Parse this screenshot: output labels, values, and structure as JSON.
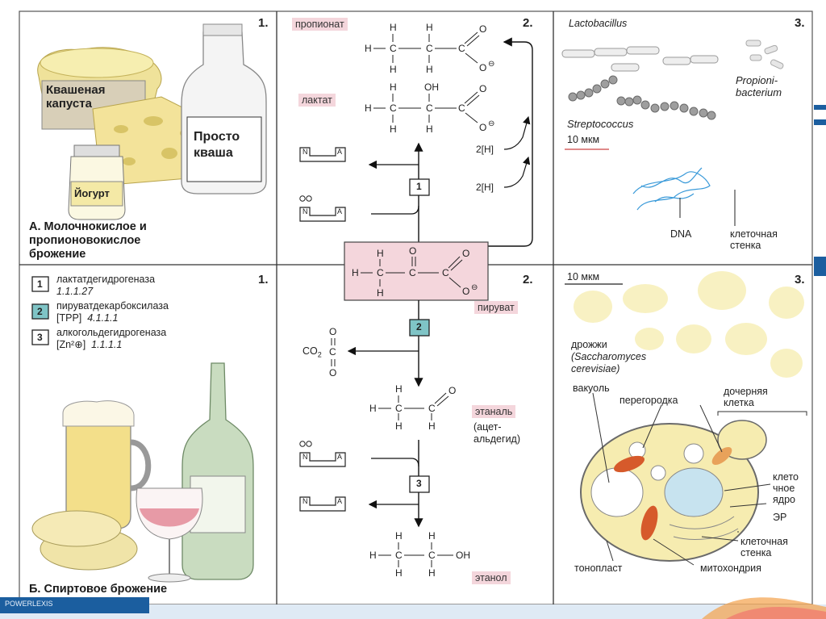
{
  "panels": {
    "top": {
      "n1": "1.",
      "n2": "2.",
      "n3": "3."
    },
    "bottom": {
      "n1": "1.",
      "n2": "2.",
      "n3": "3."
    }
  },
  "section_a": {
    "title_lines": [
      "А. Молочнокислое и",
      "пропионовокислое",
      "брожение"
    ],
    "products": {
      "sauerkraut": [
        "Квашеная",
        "капуста"
      ],
      "prostokvasha": [
        "Просто",
        "кваша"
      ],
      "yogurt": "Йогурт"
    }
  },
  "section_b": {
    "title": "Б. Спиртовое брожение"
  },
  "enzymes": [
    {
      "num": "1",
      "name": "лактатдегидрогеназа",
      "code": "1.1.1.27",
      "color": "#ffffff"
    },
    {
      "num": "2",
      "name": "пируватдекарбоксилаза",
      "code_prefix": "[TPP]",
      "code": "4.1.1.1",
      "color": "#7fc4c6"
    },
    {
      "num": "3",
      "name": "алкогольдегидрогеназа",
      "code_prefix": "[Zn²⊕]",
      "code": "1.1.1.1",
      "color": "#ffffff"
    }
  ],
  "pathway": {
    "propionate": "пропионат",
    "lactate": "лактат",
    "pyruvate": "пируват",
    "ethanal": "этаналь",
    "acetaldehyde_lines": [
      "(ацет-",
      "альдегид)"
    ],
    "ethanol": "этанол",
    "co2": "CO",
    "co2_sub": "2",
    "h2_1": "2[H]",
    "h2_2": "2[H]",
    "nad": {
      "n": "N",
      "a": "A"
    },
    "step_labels": [
      "1",
      "2",
      "3"
    ],
    "atoms": {
      "H": "H",
      "C": "C",
      "O": "O",
      "OH": "OH",
      "minus": "⊖"
    }
  },
  "bacteria": {
    "lactobacillus": "Lactobacillus",
    "propionibacterium_lines": [
      "Propioni-",
      "bacterium"
    ],
    "streptococcus": "Streptococcus",
    "scale": "10 мкм",
    "dna": "DNA",
    "cell_wall_lines": [
      "клеточная",
      "стенка"
    ]
  },
  "yeast": {
    "scale": "10 мкм",
    "title_lines": [
      "дрожжи",
      "(Saccharomyces",
      "cerevisiae)"
    ],
    "labels": {
      "vacuole": "вакуоль",
      "septum": "перегородка",
      "daughter_lines": [
        "дочерняя",
        "клетка"
      ],
      "nucleus_lines": [
        "клето",
        "чное",
        "ядро"
      ],
      "er": "ЭР",
      "cell_wall_lines": [
        "клеточная",
        "стенка"
      ],
      "tonoplast": "тонопласт",
      "mitochondria": "митохондрия"
    }
  },
  "footer": {
    "brand": "POWERLEXIS"
  },
  "colors": {
    "pink_highlight": "#f4d6dc",
    "teal_enzyme": "#7fc4c6",
    "header_blue": "#1b5e9f",
    "yeast_cream": "#f7efb8"
  }
}
